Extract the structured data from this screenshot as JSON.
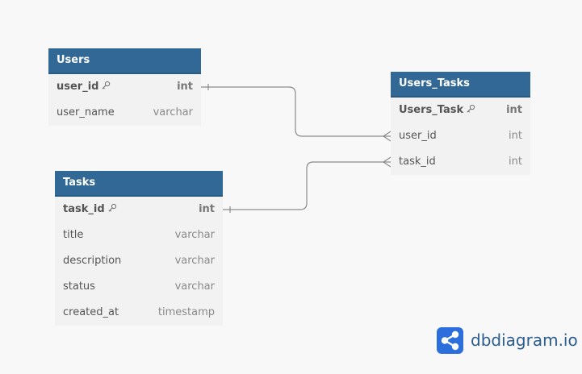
{
  "tables": {
    "users": {
      "title": "Users",
      "fields": [
        {
          "name": "user_id",
          "type": "int",
          "pk": true
        },
        {
          "name": "user_name",
          "type": "varchar",
          "pk": false
        }
      ]
    },
    "users_tasks": {
      "title": "Users_Tasks",
      "fields": [
        {
          "name": "Users_Task",
          "type": "int",
          "pk": true
        },
        {
          "name": "user_id",
          "type": "int",
          "pk": false
        },
        {
          "name": "task_id",
          "type": "int",
          "pk": false
        }
      ]
    },
    "tasks": {
      "title": "Tasks",
      "fields": [
        {
          "name": "task_id",
          "type": "int",
          "pk": true
        },
        {
          "name": "title",
          "type": "varchar",
          "pk": false
        },
        {
          "name": "description",
          "type": "varchar",
          "pk": false
        },
        {
          "name": "status",
          "type": "varchar",
          "pk": false
        },
        {
          "name": "created_at",
          "type": "timestamp",
          "pk": false
        }
      ]
    }
  },
  "relationships": [
    {
      "from": "Users.user_id",
      "to": "Users_Tasks.user_id",
      "kind": "one-to-many"
    },
    {
      "from": "Tasks.task_id",
      "to": "Users_Tasks.task_id",
      "kind": "one-to-many"
    }
  ],
  "brand": {
    "name": "dbdiagram",
    "suffix": ".io",
    "icon": "share-nodes-icon",
    "color": "#2b5d8f"
  },
  "colors": {
    "header": "#316896",
    "row": "#f2f2f3",
    "connector": "#8a8a8a"
  }
}
